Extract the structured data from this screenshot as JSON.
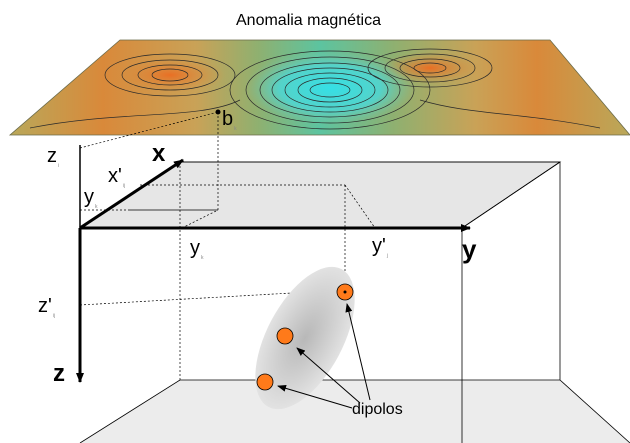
{
  "title": "Anomalia magnética",
  "labels": {
    "bk": "b",
    "bk_sub": "k",
    "z_small": "z",
    "z_small_sub": "i",
    "x_prime": "x'",
    "x_prime_sub": "ij",
    "y_small": "y",
    "y_small_sub": "k",
    "x_axis": "x",
    "y_axis": "y",
    "z_axis": "z",
    "yk": "y",
    "yk_sub": "k",
    "yj_prime": "y'",
    "yj_prime_sub": "j",
    "zij_prime": "z'",
    "zij_prime_sub": "ij",
    "dipolos": "dipolos"
  },
  "colors": {
    "box_face": "#e6e6e6",
    "dipole": "#ff7a1a",
    "anomaly_low": "#35e0e6",
    "anomaly_high": "#e07a30",
    "anomaly_mid": "#8fb070"
  }
}
